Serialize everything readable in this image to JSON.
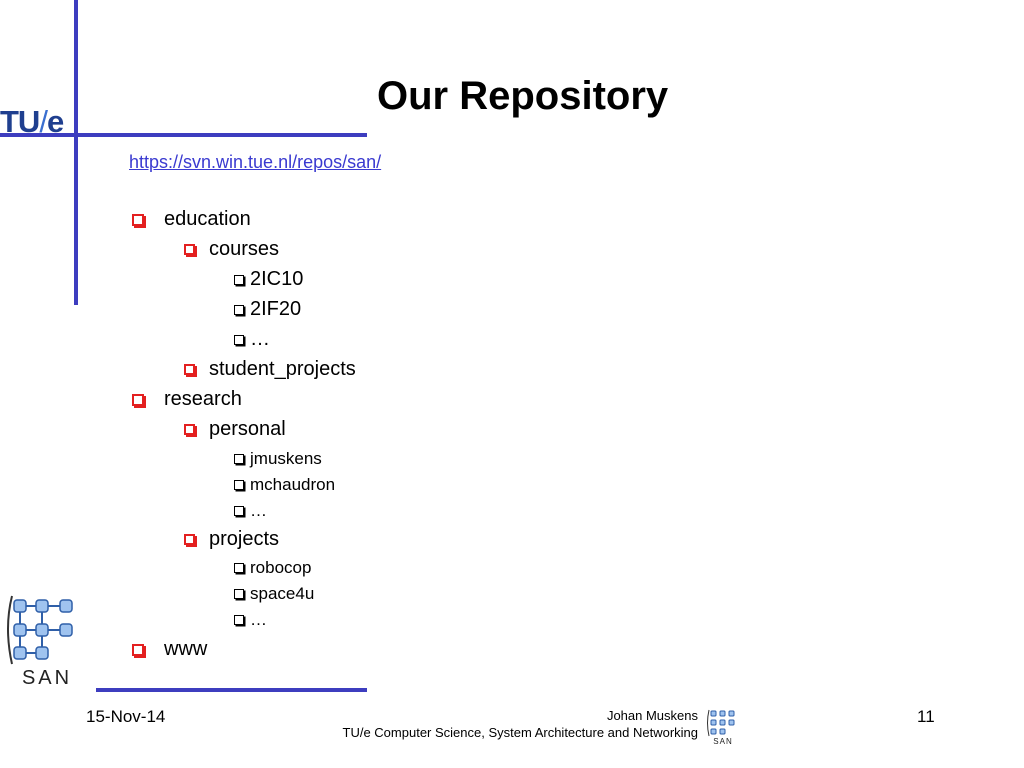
{
  "header": {
    "logo_text": "TU",
    "logo_slash": "/",
    "logo_e": "e",
    "title": "Our Repository"
  },
  "content": {
    "url": "https://svn.win.tue.nl/repos/san/",
    "tree": {
      "education": "education",
      "courses": "courses",
      "c1": "2IC10",
      "c2": "2IF20",
      "c3": "…",
      "student_projects": "student_projects",
      "research": "research",
      "personal": "personal",
      "p1": "jmuskens",
      "p2": "mchaudron",
      "p3": "…",
      "projects": "projects",
      "pr1": "robocop",
      "pr2": "space4u",
      "pr3": "…",
      "www": "www"
    }
  },
  "footer": {
    "date": "15-Nov-14",
    "author": "Johan Muskens",
    "affiliation": "TU/e Computer Science, System Architecture and Networking",
    "page_number": "11",
    "logo_label": "SAN"
  },
  "colors": {
    "accent_blue": "#3d3dbf",
    "bullet_red": "#e32020",
    "link": "#3a3ad0"
  }
}
